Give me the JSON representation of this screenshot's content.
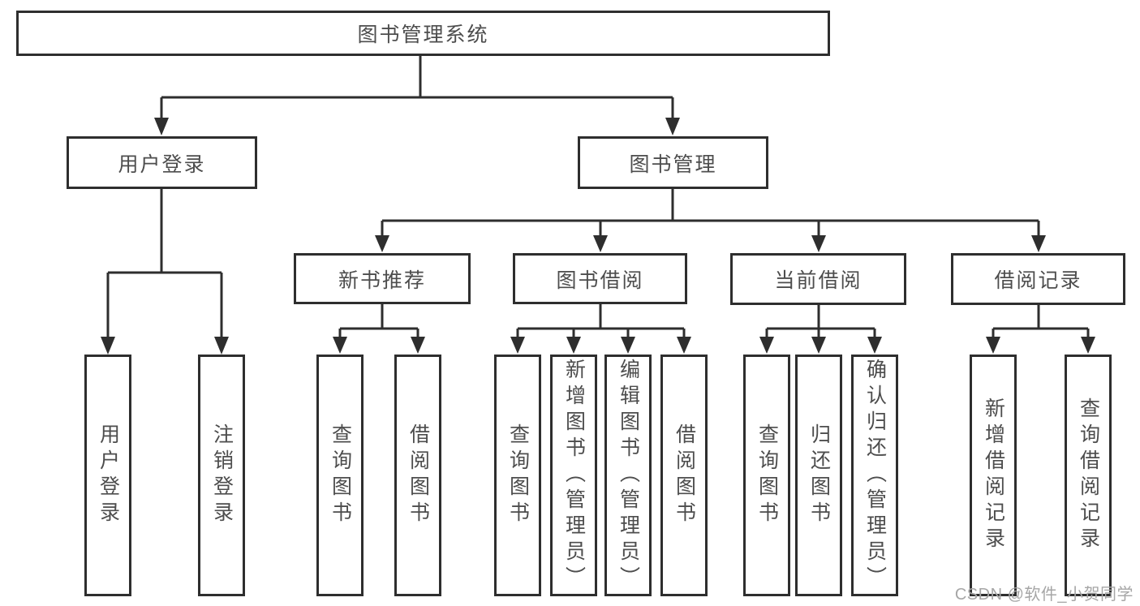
{
  "tree": {
    "root": {
      "label": "图书管理系统"
    },
    "branches": [
      {
        "label": "用户登录",
        "children": [
          {
            "label": "用户登录"
          },
          {
            "label": "注销登录"
          }
        ]
      },
      {
        "label": "图书管理",
        "children": [
          {
            "label": "新书推荐",
            "children": [
              {
                "label": "查询图书"
              },
              {
                "label": "借阅图书"
              }
            ]
          },
          {
            "label": "图书借阅",
            "children": [
              {
                "label": "查询图书"
              },
              {
                "label": "新增图书（管理员）"
              },
              {
                "label": "编辑图书（管理员）"
              },
              {
                "label": "借阅图书"
              }
            ]
          },
          {
            "label": "当前借阅",
            "children": [
              {
                "label": "查询图书"
              },
              {
                "label": "归还图书"
              },
              {
                "label": "确认归还（管理员）"
              }
            ]
          },
          {
            "label": "借阅记录",
            "children": [
              {
                "label": "新增借阅记录"
              },
              {
                "label": "查询借阅记录"
              }
            ]
          }
        ]
      }
    ]
  },
  "watermark": {
    "text": "CSDN @软件_小贺同学"
  },
  "colors": {
    "line": "#2e2e2e",
    "box_border": "#2e2e2e",
    "text": "#4d4d4d",
    "watermark": "#a6a6a6",
    "background": "#ffffff"
  }
}
